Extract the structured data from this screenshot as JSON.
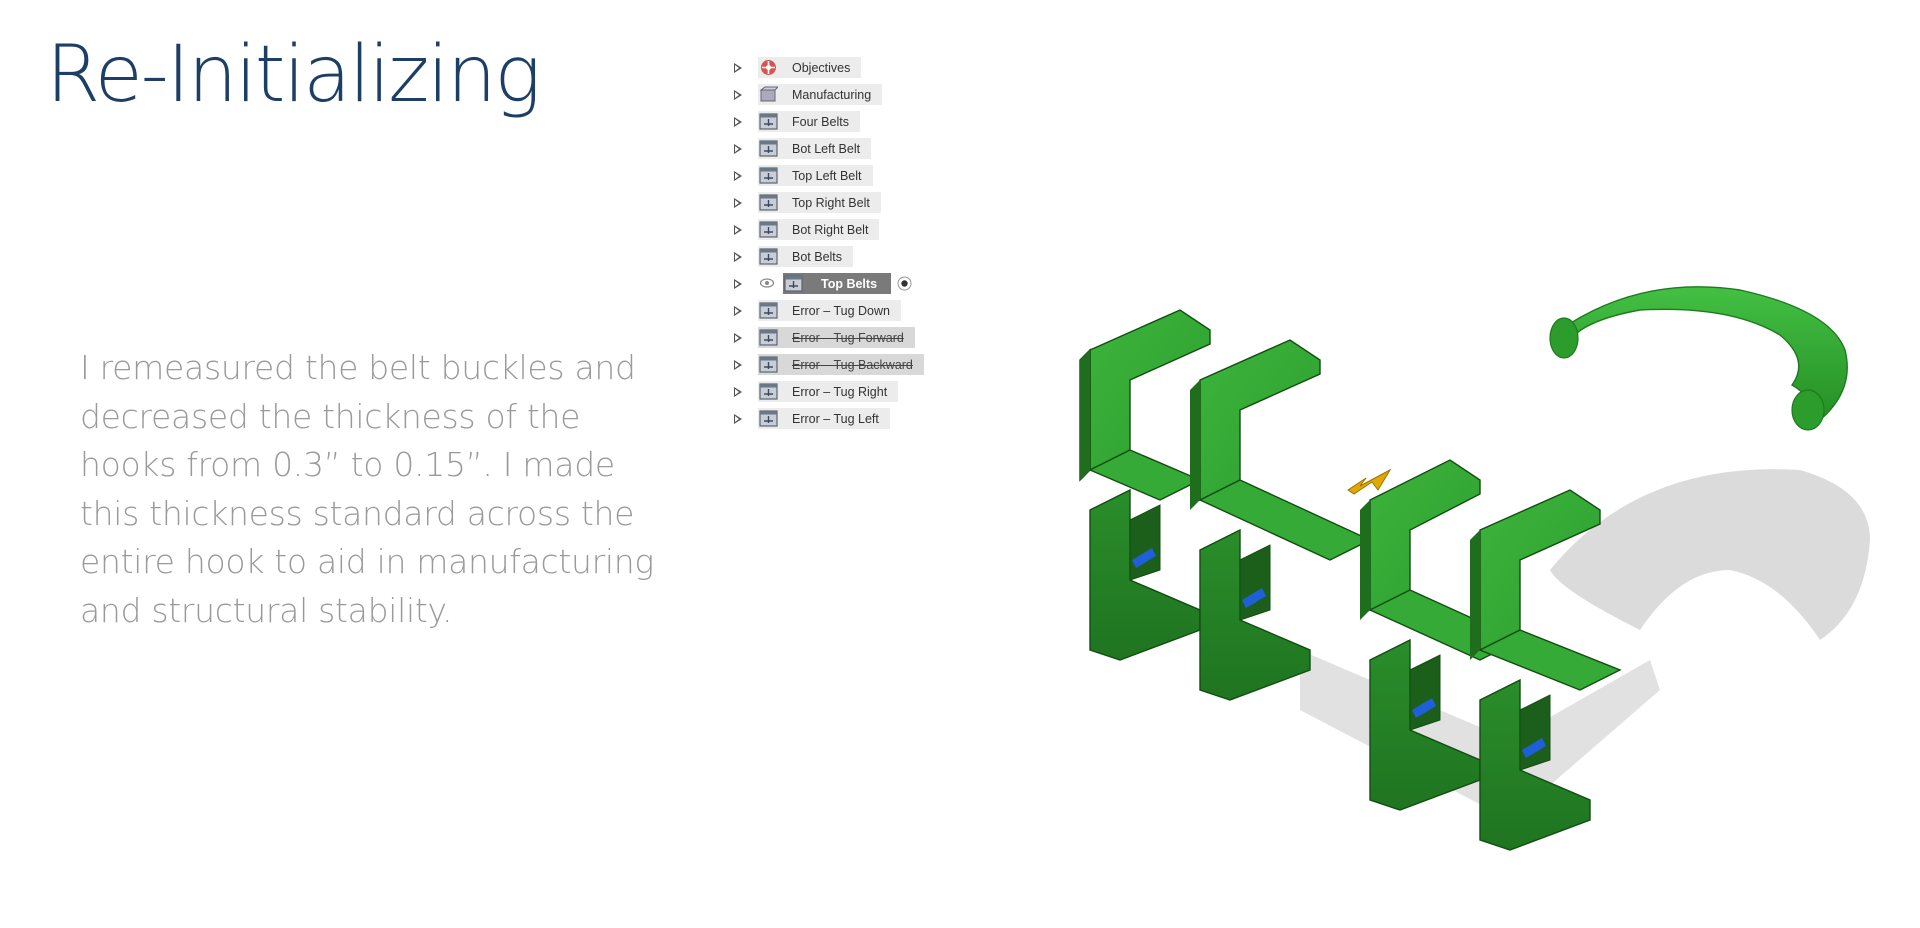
{
  "slide": {
    "title": "Re-Initializing",
    "body": "I remeasured the belt buckles and decreased the thickness of the hooks from 0.3” to 0.15”. I made this thickness standard across the entire hook to aid in manufacturing and structural stability."
  },
  "browser": {
    "items": [
      {
        "label": "Objectives",
        "icon": "target-icon"
      },
      {
        "label": "Manufacturing",
        "icon": "stock-icon"
      },
      {
        "label": "Four Belts",
        "icon": "setup-icon"
      },
      {
        "label": "Bot Left Belt",
        "icon": "setup-icon"
      },
      {
        "label": "Top Left Belt",
        "icon": "setup-icon"
      },
      {
        "label": "Top Right Belt",
        "icon": "setup-icon"
      },
      {
        "label": "Bot Right Belt",
        "icon": "setup-icon"
      },
      {
        "label": "Bot Belts",
        "icon": "setup-icon"
      },
      {
        "label": "Top Belts",
        "icon": "setup-icon",
        "active": true
      },
      {
        "label": "Error – Tug Down",
        "icon": "setup-icon"
      },
      {
        "label": "Error – Tug Forward",
        "icon": "setup-icon",
        "suppressed": true
      },
      {
        "label": "Error – Tug Backward",
        "icon": "setup-icon",
        "suppressed": true
      },
      {
        "label": "Error – Tug Right",
        "icon": "setup-icon"
      },
      {
        "label": "Error – Tug Left",
        "icon": "setup-icon"
      }
    ]
  },
  "colors": {
    "title": "#1d3f66",
    "body": "#9a9a9a",
    "model_green": "#2f9a2f",
    "model_green_dark": "#1e6e1e",
    "clip_blue": "#1f5fd8",
    "arrow_yellow": "#e0a800"
  }
}
